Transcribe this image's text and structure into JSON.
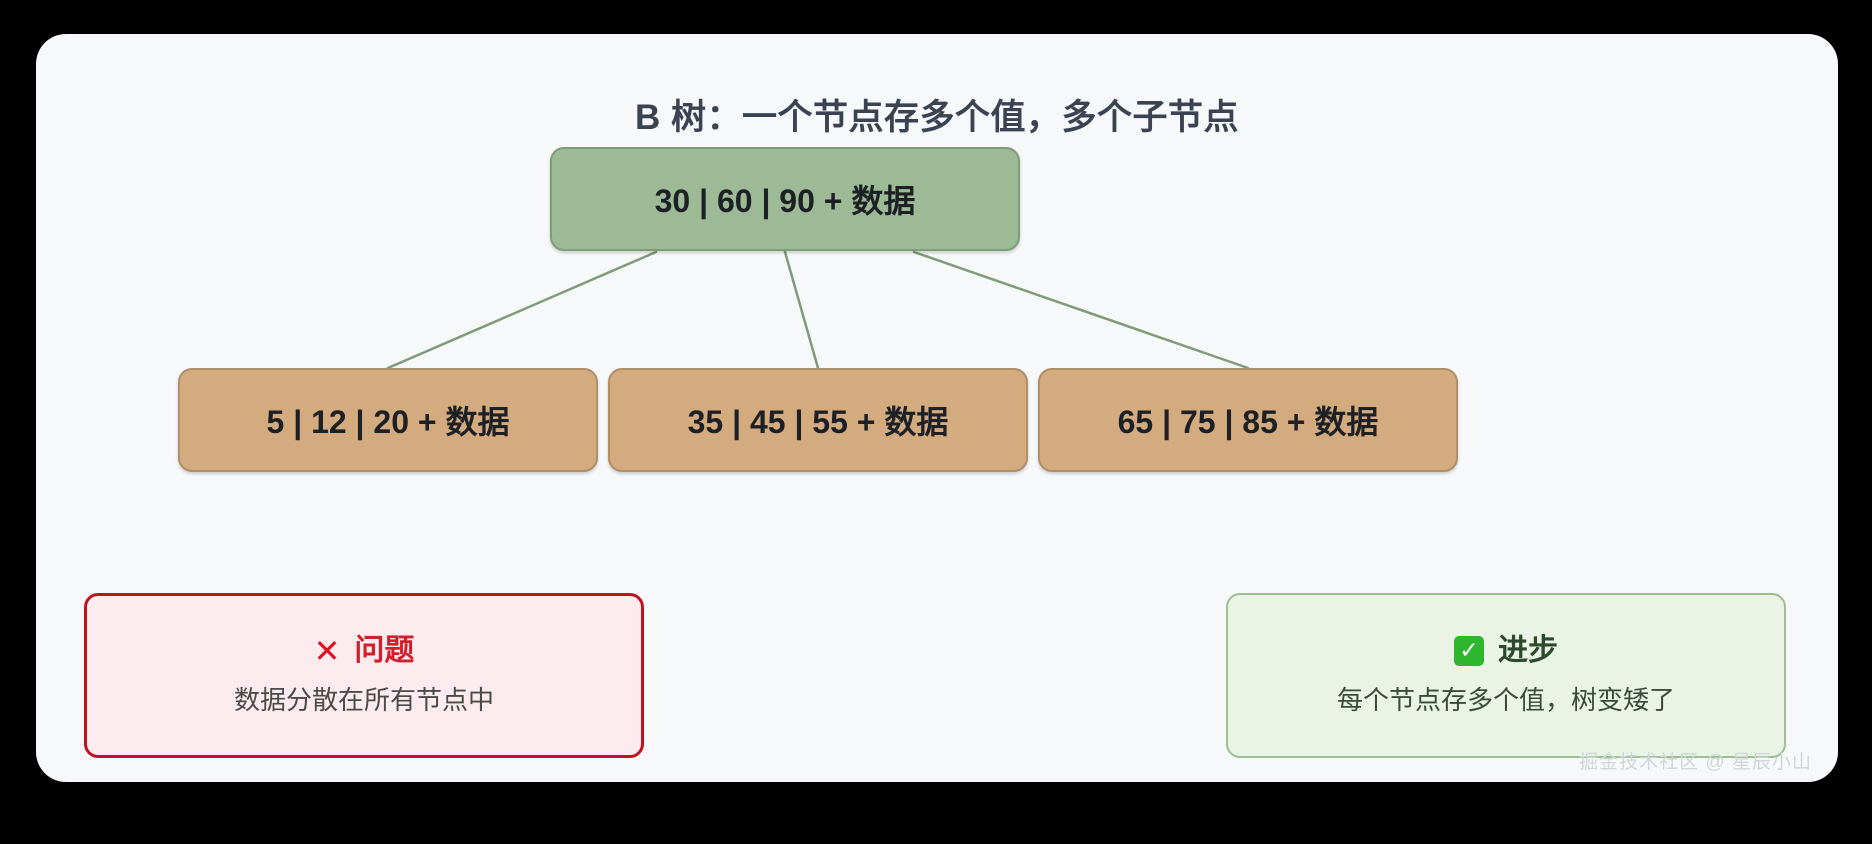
{
  "title": "B 树：一个节点存多个值，多个子节点",
  "tree": {
    "root": {
      "label": "30 | 60 | 90 + 数据",
      "fill": "#9cba96",
      "stroke": "#7f9c79"
    },
    "children": [
      {
        "label": "5 | 12 | 20 + 数据",
        "fill": "#d3ab7f",
        "stroke": "#b08e66"
      },
      {
        "label": "35 | 45 | 55 + 数据",
        "fill": "#d3ab7f",
        "stroke": "#b08e66"
      },
      {
        "label": "65 | 75 | 85 + 数据",
        "fill": "#d3ab7f",
        "stroke": "#b08e66"
      }
    ],
    "edge_color": "#7f9c79"
  },
  "panels": {
    "problem": {
      "icon": "cross-mark-icon",
      "icon_glyph": "✕",
      "title": "问题",
      "body": "数据分散在所有节点中",
      "border_color": "#c0121f",
      "background": "#fdecef",
      "title_color": "#d21e2b"
    },
    "progress": {
      "icon": "check-mark-badge-icon",
      "icon_glyph": "✓",
      "title": "进步",
      "body": "每个节点存多个值，树变矮了",
      "border_color": "#9bbf92",
      "background": "#e9f3e6",
      "title_color": "#2e4a2c"
    }
  },
  "watermark": "掘金技术社区 @ 星辰小山",
  "colors": {
    "page_background": "#000000",
    "card_background": "#f7f8f9",
    "title_color": "#3b4352"
  }
}
